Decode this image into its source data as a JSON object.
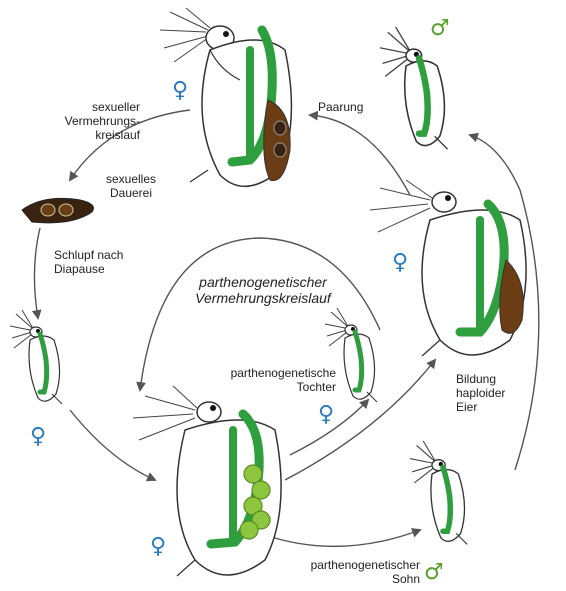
{
  "labels": {
    "sexual_cycle": "sexueller\nVermehrungs-\nkreislauf",
    "mating": "Paarung",
    "resting_egg": "sexuelles\nDauerei",
    "hatch": "Schlupf nach\nDiapause",
    "parthenogenetic_cycle": "parthenogenetischer\nVermehrungskreislauf",
    "daughter": "parthenogenetische\nTochter",
    "haploid_eggs": "Bildung\nhaploider\nEier",
    "son": "parthenogenetischer\nSohn"
  },
  "symbols": {
    "female": "♀",
    "male": "♂"
  },
  "colors": {
    "female": "#2a7bbf",
    "male": "#5aa02c",
    "gut": "#2e9e3e",
    "egg_dark": "#6b3d14",
    "egg_green": "#8cc63f",
    "outline": "#333333",
    "arrow": "#555555"
  }
}
